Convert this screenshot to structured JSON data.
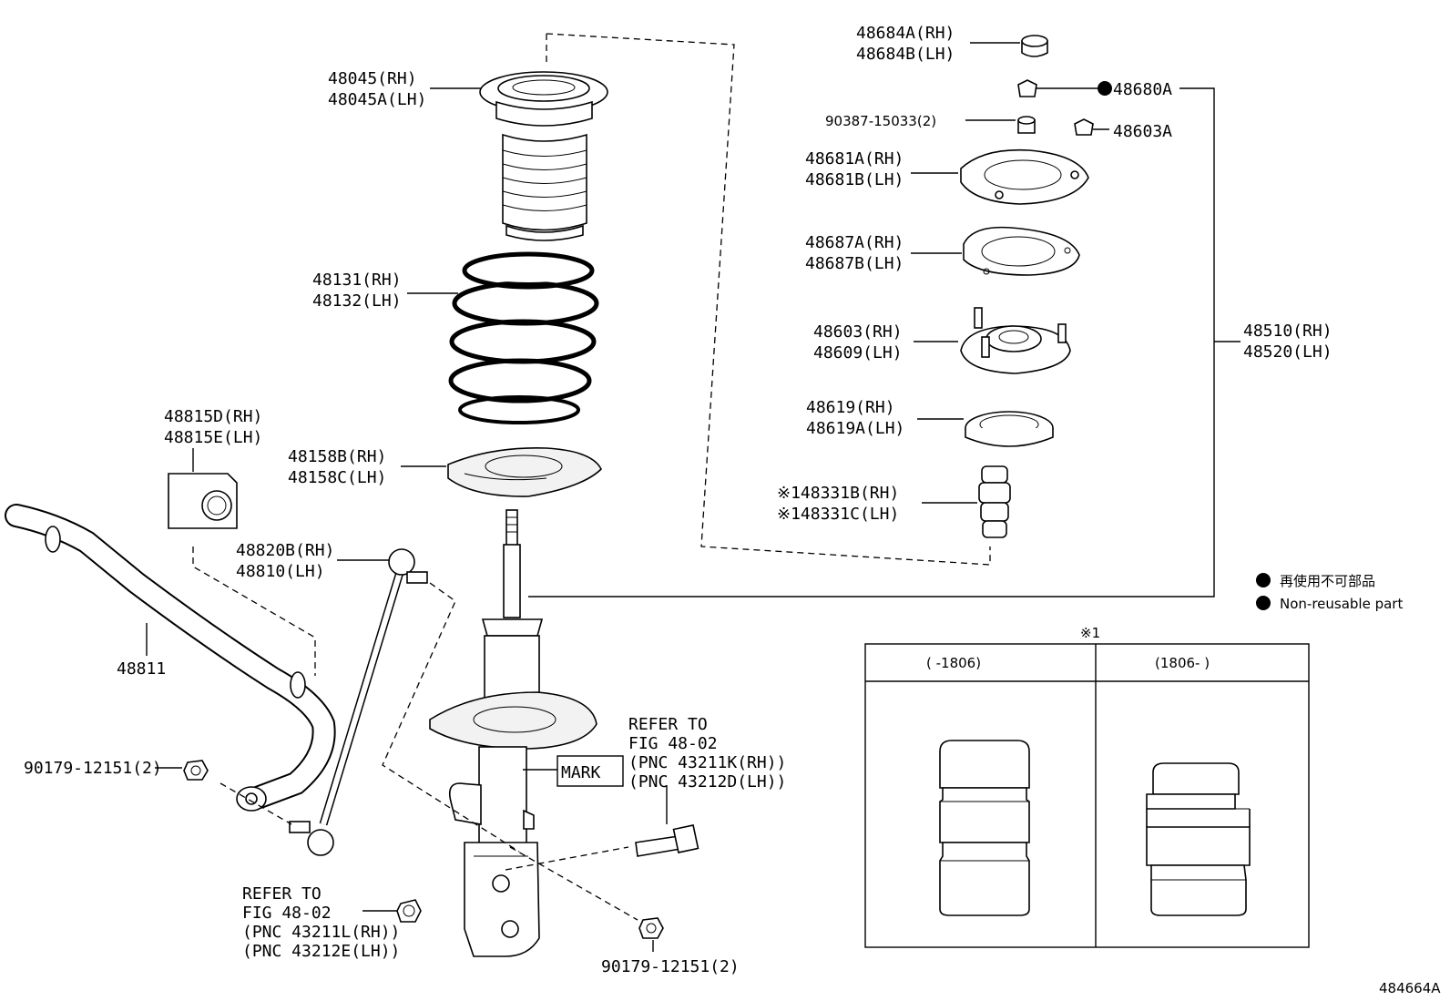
{
  "labels": {
    "p48045": [
      "48045(RH)",
      "48045A(LH)"
    ],
    "p48131": [
      "48131(RH)",
      "48132(LH)"
    ],
    "p48815": [
      "48815D(RH)",
      "48815E(LH)"
    ],
    "p48158": [
      "48158B(RH)",
      "48158C(LH)"
    ],
    "p48820": [
      "48820B(RH)",
      "48810(LH)"
    ],
    "p48811": "48811",
    "p90179a": "90179-12151(2)",
    "p90179b": "90179-12151(2)",
    "p48684": [
      "48684A(RH)",
      "48684B(LH)"
    ],
    "p48680": "48680A",
    "p90387": "90387-15033(2)",
    "p48603a": "48603A",
    "p48681": [
      "48681A(RH)",
      "48681B(LH)"
    ],
    "p48687": [
      "48687A(RH)",
      "48687B(LH)"
    ],
    "p48603": [
      "48603(RH)",
      "48609(LH)"
    ],
    "p48619": [
      "48619(RH)",
      "48619A(LH)"
    ],
    "p48331": [
      "※148331B(RH)",
      "※148331C(LH)"
    ],
    "p48510": [
      "48510(RH)",
      "48520(LH)"
    ],
    "mark": "MARK",
    "refer_upper": [
      "REFER TO",
      "FIG 48-02",
      "(PNC 43211K(RH))",
      "(PNC 43212D(LH))"
    ],
    "refer_lower": [
      "REFER TO",
      "FIG 48-02",
      "(PNC 43211L(RH))",
      "(PNC 43212E(LH))"
    ]
  },
  "legend": {
    "jp": "再使用不可部品",
    "en": "Non-reusable part"
  },
  "inset": {
    "marker": "※1",
    "col_left": "(      -1806)",
    "col_right": "(1806-      )"
  },
  "figure_id": "484664A"
}
